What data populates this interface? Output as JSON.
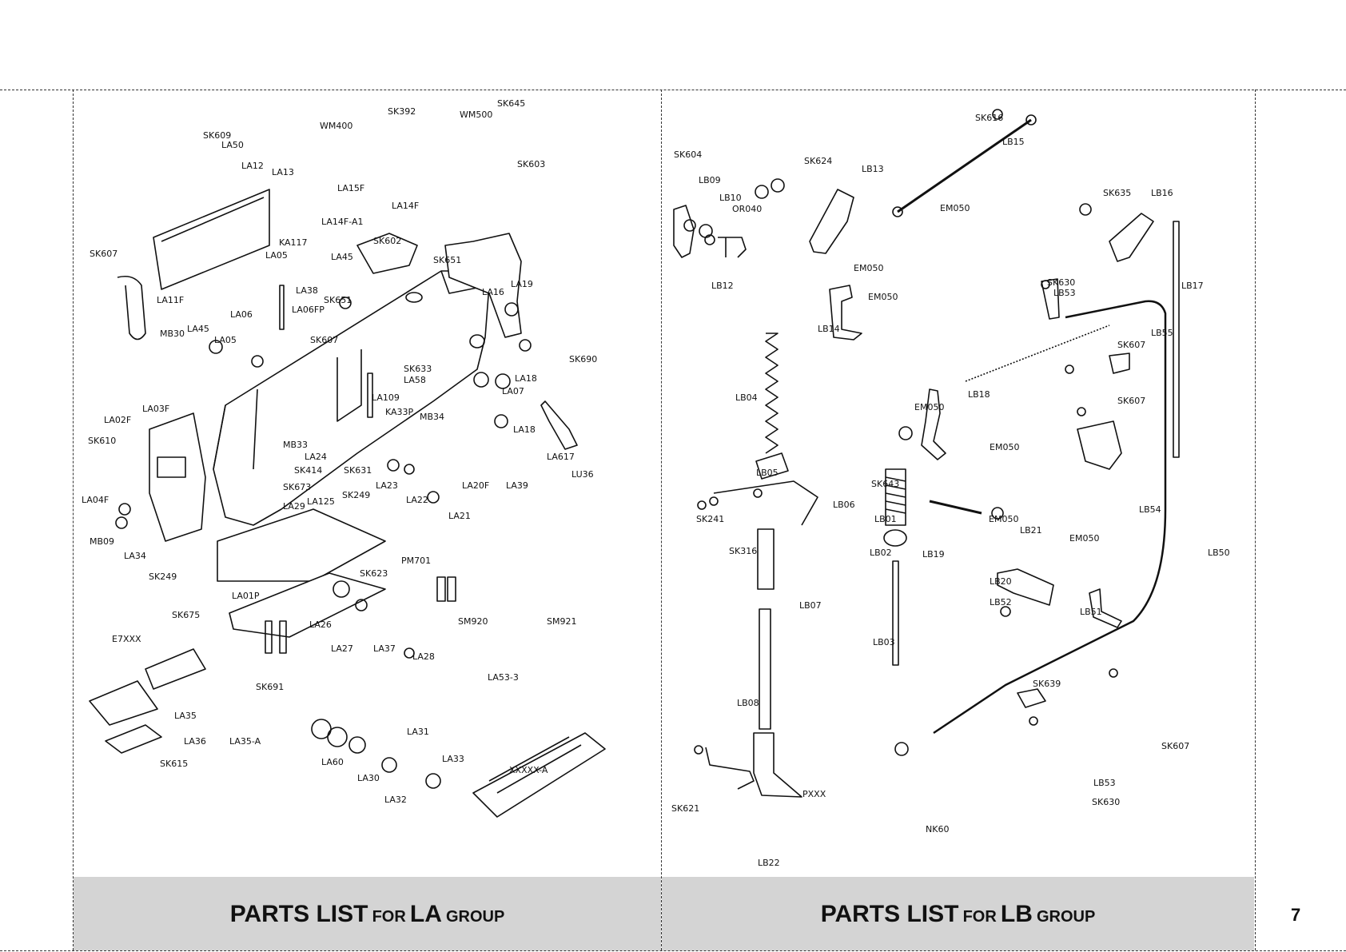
{
  "page": {
    "number": "7"
  },
  "la_group": {
    "title_big_1": "PARTS LIST",
    "title_small_1": "FOR",
    "title_big_2": "LA",
    "title_small_2": "GROUP",
    "labels": [
      "SK392",
      "WM400",
      "WM500",
      "SK645",
      "SK609",
      "LA50",
      "LA12",
      "LA13",
      "LA15F",
      "LA14F",
      "SK603",
      "LA14F-A1",
      "SK602",
      "SK651",
      "KA117",
      "LA05",
      "LA45",
      "SK607",
      "LA11F",
      "LA38",
      "LA06FP",
      "SK651",
      "LA16",
      "LA19",
      "MB30",
      "LA45",
      "LA05",
      "LA06",
      "SK607",
      "SK633",
      "LA58",
      "LA18",
      "SK690",
      "LA07",
      "LA03F",
      "LA109",
      "KA33P",
      "MB34",
      "LA18",
      "LA02F",
      "SK610",
      "MB33",
      "LA24",
      "SK414",
      "SK631",
      "LA617",
      "LU36",
      "LA04F",
      "SK673",
      "LA125",
      "SK249",
      "LA23",
      "LA22",
      "LA20F",
      "LA39",
      "LA29",
      "LA21",
      "MB09",
      "LA34",
      "SK249",
      "LA01P",
      "SK623",
      "PM701",
      "LA26",
      "SM920",
      "SM921",
      "SK675",
      "E7XXX",
      "LA27",
      "LA37",
      "LA28",
      "SK691",
      "LA53-3",
      "LA35",
      "LA36",
      "LA35-A",
      "SK615",
      "LA31",
      "LA60",
      "LA30",
      "LA33",
      "XXXXX-A",
      "LA32"
    ]
  },
  "lb_group": {
    "title_big_1": "PARTS LIST",
    "title_small_1": "FOR",
    "title_big_2": "LB",
    "title_small_2": "GROUP",
    "labels": [
      "SK616",
      "LB15",
      "SK604",
      "SK624",
      "LB13",
      "LB09",
      "LB10",
      "OR040",
      "EM050",
      "SK635",
      "LB16",
      "LB12",
      "EM050",
      "LB17",
      "SK630",
      "LB53",
      "EM050",
      "LB14",
      "LB55",
      "SK607",
      "LB04",
      "LB18",
      "EM050",
      "SK607",
      "EM050",
      "SK643",
      "LB05",
      "LB06",
      "SK241",
      "LB01",
      "EM050",
      "LB21",
      "EM050",
      "LB54",
      "SK316",
      "LB02",
      "LB19",
      "LB50",
      "LB20",
      "LB07",
      "LB52",
      "LB51",
      "LB03",
      "SK639",
      "LB08",
      "SK607",
      "PXXX",
      "LB53",
      "SK621",
      "SK630",
      "NK60",
      "LB22"
    ]
  }
}
